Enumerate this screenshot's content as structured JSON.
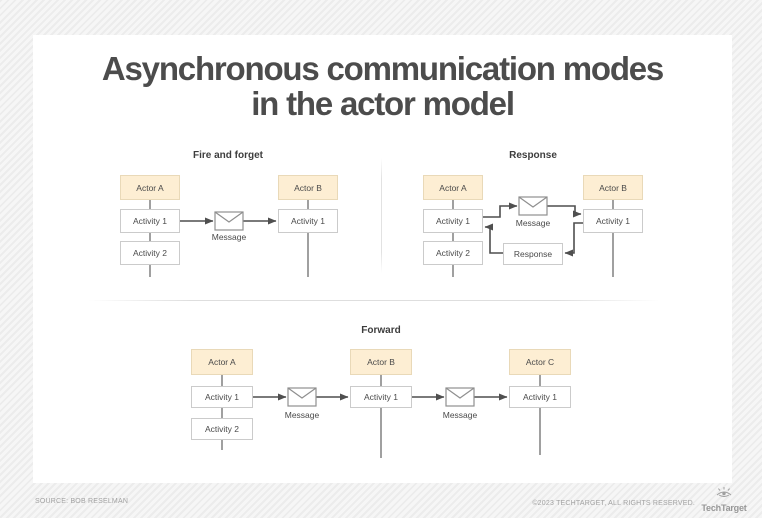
{
  "title": {
    "line1": "Asynchronous communication modes",
    "line2": "in the actor model"
  },
  "panels": {
    "fire_and_forget": {
      "title": "Fire and forget",
      "actor_a": "Actor A",
      "actor_a_activity_1": "Activity 1",
      "actor_a_activity_2": "Activity 2",
      "actor_b": "Actor B",
      "actor_b_activity_1": "Activity 1",
      "message_label": "Message"
    },
    "response": {
      "title": "Response",
      "actor_a": "Actor A",
      "actor_a_activity_1": "Activity 1",
      "actor_a_activity_2": "Activity 2",
      "actor_b": "Actor B",
      "actor_b_activity_1": "Activity 1",
      "message_label": "Message",
      "response_label": "Response"
    },
    "forward": {
      "title": "Forward",
      "actor_a": "Actor A",
      "actor_a_activity_1": "Activity 1",
      "actor_a_activity_2": "Activity 2",
      "actor_b": "Actor B",
      "actor_b_activity_1": "Activity 1",
      "actor_c": "Actor C",
      "actor_c_activity_1": "Activity 1",
      "message_label_1": "Message",
      "message_label_2": "Message"
    }
  },
  "footer": {
    "source": "SOURCE: BOB RESELMAN",
    "copyright": "©2023 TECHTARGET, ALL RIGHTS RESERVED.",
    "brand": "TechTarget"
  },
  "colors": {
    "actor_fill": "#fdeed3",
    "actor_border": "#e9d9b8",
    "box_border": "#cbcbcb",
    "arrow": "#4f4f4f",
    "envelope_stroke": "#8f8f8f",
    "lifeline": "#787878",
    "divider": "#dedede",
    "title_text": "#4c4c4c",
    "footer_text": "#a2a2a2",
    "card_background": "#ffffff",
    "page_background": "#ececec"
  }
}
